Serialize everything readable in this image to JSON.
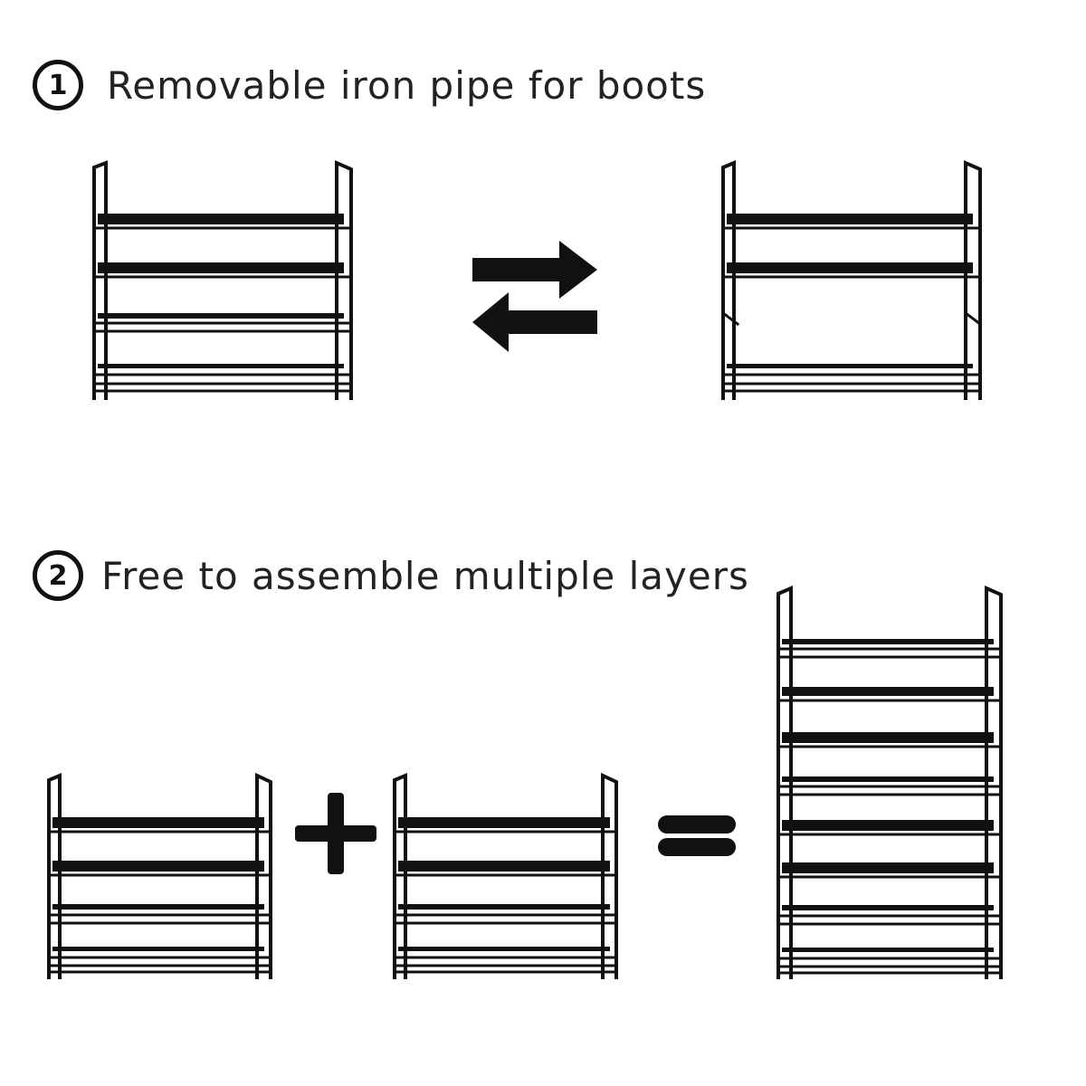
{
  "steps": [
    {
      "number": "1",
      "title": "Removable iron pipe for boots"
    },
    {
      "number": "2",
      "title": "Free to assemble multiple layers"
    }
  ],
  "colors": {
    "ink": "#111111",
    "background": "#ffffff"
  },
  "icons": {
    "swap": "swap-arrows-icon",
    "plus": "plus-icon",
    "equals": "equals-icon"
  },
  "racks": {
    "four_tier": {
      "tiers": 4
    },
    "three_tier_with_boot_space": {
      "tiers": 3
    },
    "eight_tier": {
      "tiers": 8
    }
  }
}
